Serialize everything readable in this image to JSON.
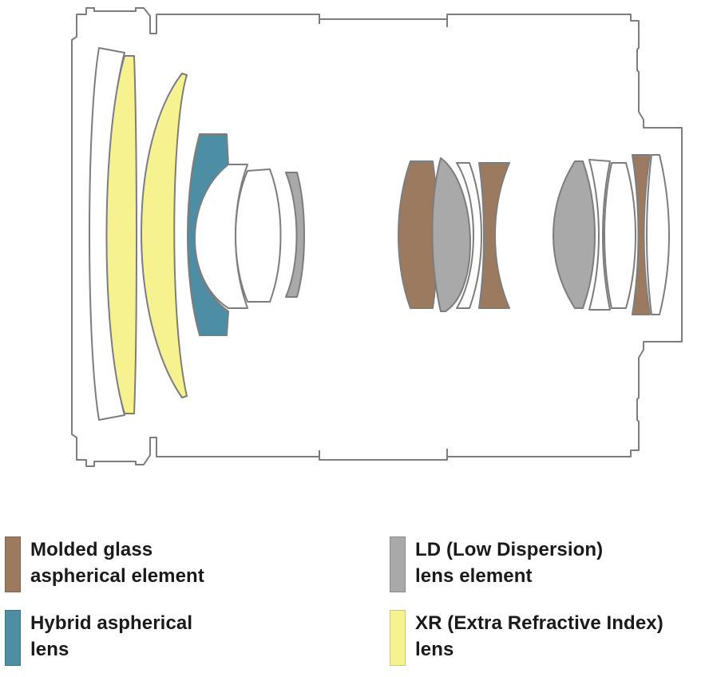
{
  "colors": {
    "outline": "#7d7d7d",
    "molded": "#9c7a5f",
    "hybrid": "#4d8ea4",
    "ld": "#a9a9a9",
    "xr": "#f6f28f",
    "clear": "#ffffff"
  },
  "legend": {
    "molded": {
      "line1": "Molded glass",
      "line2": "aspherical element",
      "color": "#9c7a5f"
    },
    "hybrid": {
      "line1": "Hybrid aspherical",
      "line2": "lens",
      "color": "#4d8ea4"
    },
    "ld": {
      "line1": "LD (Low Dispersion)",
      "line2": "lens element",
      "color": "#a9a9a9"
    },
    "xr": {
      "line1": "XR (Extra Refractive Index)",
      "line2": "lens",
      "color": "#f6f28f"
    }
  },
  "diagram": {
    "elements": [
      {
        "id": "front-clear",
        "kind": "clear"
      },
      {
        "id": "front-xr-1",
        "kind": "xr"
      },
      {
        "id": "front-xr-2",
        "kind": "xr"
      },
      {
        "id": "hybrid-aspherical",
        "kind": "hybrid"
      },
      {
        "id": "group2-clear-a",
        "kind": "clear"
      },
      {
        "id": "group2-clear-b",
        "kind": "clear"
      },
      {
        "id": "group2-ld-thin",
        "kind": "ld"
      },
      {
        "id": "mid-molded-1",
        "kind": "molded"
      },
      {
        "id": "mid-ld",
        "kind": "ld"
      },
      {
        "id": "mid-clear",
        "kind": "clear"
      },
      {
        "id": "mid-molded-2",
        "kind": "molded"
      },
      {
        "id": "rear-ld",
        "kind": "ld"
      },
      {
        "id": "rear-clear-a",
        "kind": "clear"
      },
      {
        "id": "rear-clear-b",
        "kind": "clear"
      },
      {
        "id": "rear-molded",
        "kind": "molded"
      },
      {
        "id": "rear-clear-c",
        "kind": "clear"
      }
    ]
  }
}
